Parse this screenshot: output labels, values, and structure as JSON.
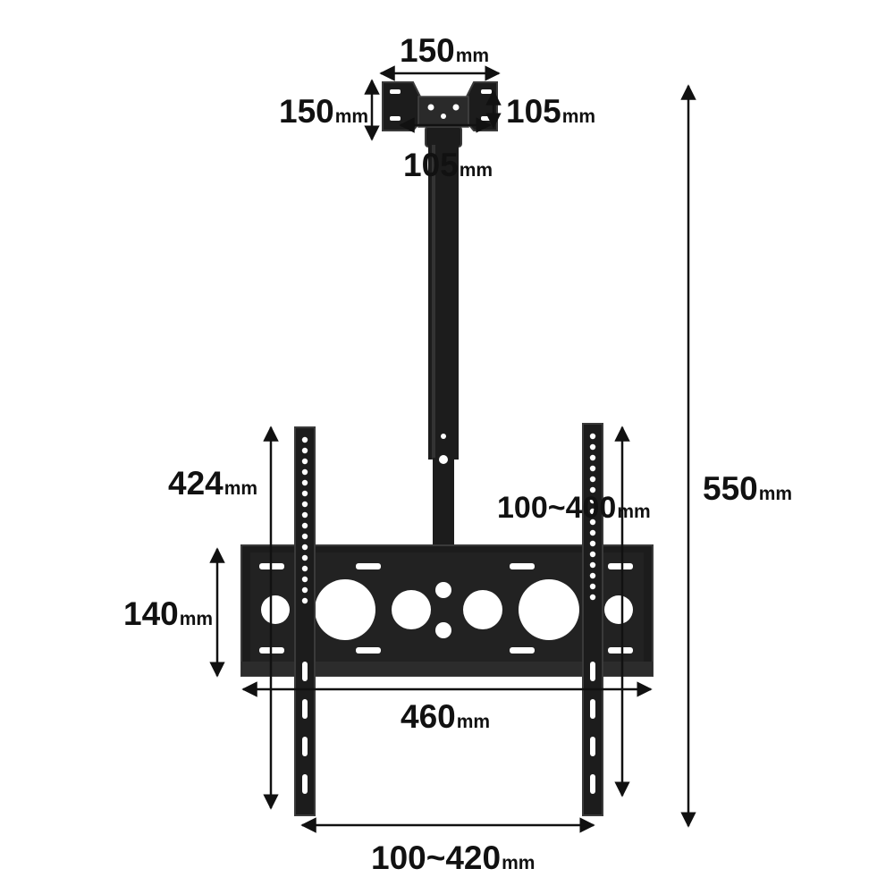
{
  "colors": {
    "metal": "#1c1c1c",
    "metal_edge": "#3a3a3a",
    "hole": "#ffffff",
    "arrow": "#111111",
    "text": "#111111"
  },
  "dimensions": {
    "top_plate_width": {
      "value": "150",
      "unit": "mm"
    },
    "top_plate_height": {
      "value": "150",
      "unit": "mm"
    },
    "top_hole_vertical": {
      "value": "105",
      "unit": "mm"
    },
    "top_hole_horizontal": {
      "value": "105",
      "unit": "mm"
    },
    "total_height": {
      "value": "550",
      "unit": "mm"
    },
    "arm_length": {
      "value": "424",
      "unit": "mm"
    },
    "vesa_vertical": {
      "value": "100~400",
      "unit": "mm"
    },
    "bracket_height": {
      "value": "140",
      "unit": "mm"
    },
    "bracket_width": {
      "value": "460",
      "unit": "mm"
    },
    "vesa_horizontal": {
      "value": "100~420",
      "unit": "mm"
    }
  }
}
